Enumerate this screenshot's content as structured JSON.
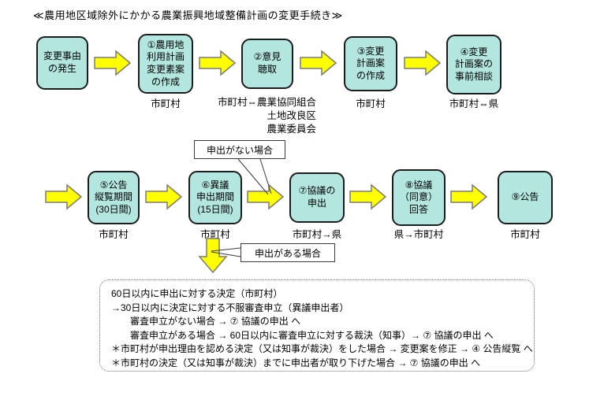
{
  "title": "≪農用地区域除外にかかる農業振興地域整備計画の変更手続き≫",
  "colors": {
    "box_fill": "#b4e6e0",
    "box_border": "#1c1c1c",
    "arrow_fill": "#ffff00",
    "arrow_border": "#7a7a7a"
  },
  "row1": {
    "start_label": "変更事由\nの発生",
    "step1_label": "①農用地\n利用計画\n変更素案\nの作成",
    "step1_actor": "市町村",
    "step2_label": "②意見\n聴取",
    "step2_actor": "市町村⇔農業協同組合\n　　　　　土地改良区\n　　　　　農業委員会",
    "step3_label": "③変更\n計画案\nの作成",
    "step3_actor": "市町村",
    "step4_label": "④変更\n計画案の\n事前相談",
    "step4_actor": "市町村⇔県"
  },
  "row2": {
    "step5_label": "⑤公告\n縦覧期間\n(30日間)",
    "step5_actor": "市町村",
    "step6_label": "⑥異議\n申出期間\n(15日間)",
    "step6_actor": "市町村",
    "step7_label": "⑦協議の\n申出",
    "step7_actor": "市町村→県",
    "step8_label": "⑧協議\n（同意）\n回答",
    "step8_actor": "県→市町村",
    "step9_label": "⑨公告",
    "step9_actor": "市町村"
  },
  "callouts": {
    "no_request": "申出がない場合",
    "request": "申出がある場合"
  },
  "note": {
    "lines": [
      "60日以内に申出に対する決定（市町村）",
      "→30日以内に決定に対する不服審査申立（異議申出者）",
      "　　審査申立がない場合 → ⑦ 協議の申出 へ",
      "　　審査申立がある場合 → 60日以内に審査申立に対する裁決（知事）→ ⑦ 協議の申出 へ",
      "＊市町村が申出理由を認める決定（又は知事が裁決）をした場合 → 変更案を修正 → ④ 公告縦覧 へ",
      "＊市町村の決定（又は知事が裁決）までに申出者が取り下げた場合 → ⑦ 協議の申出 へ"
    ]
  }
}
